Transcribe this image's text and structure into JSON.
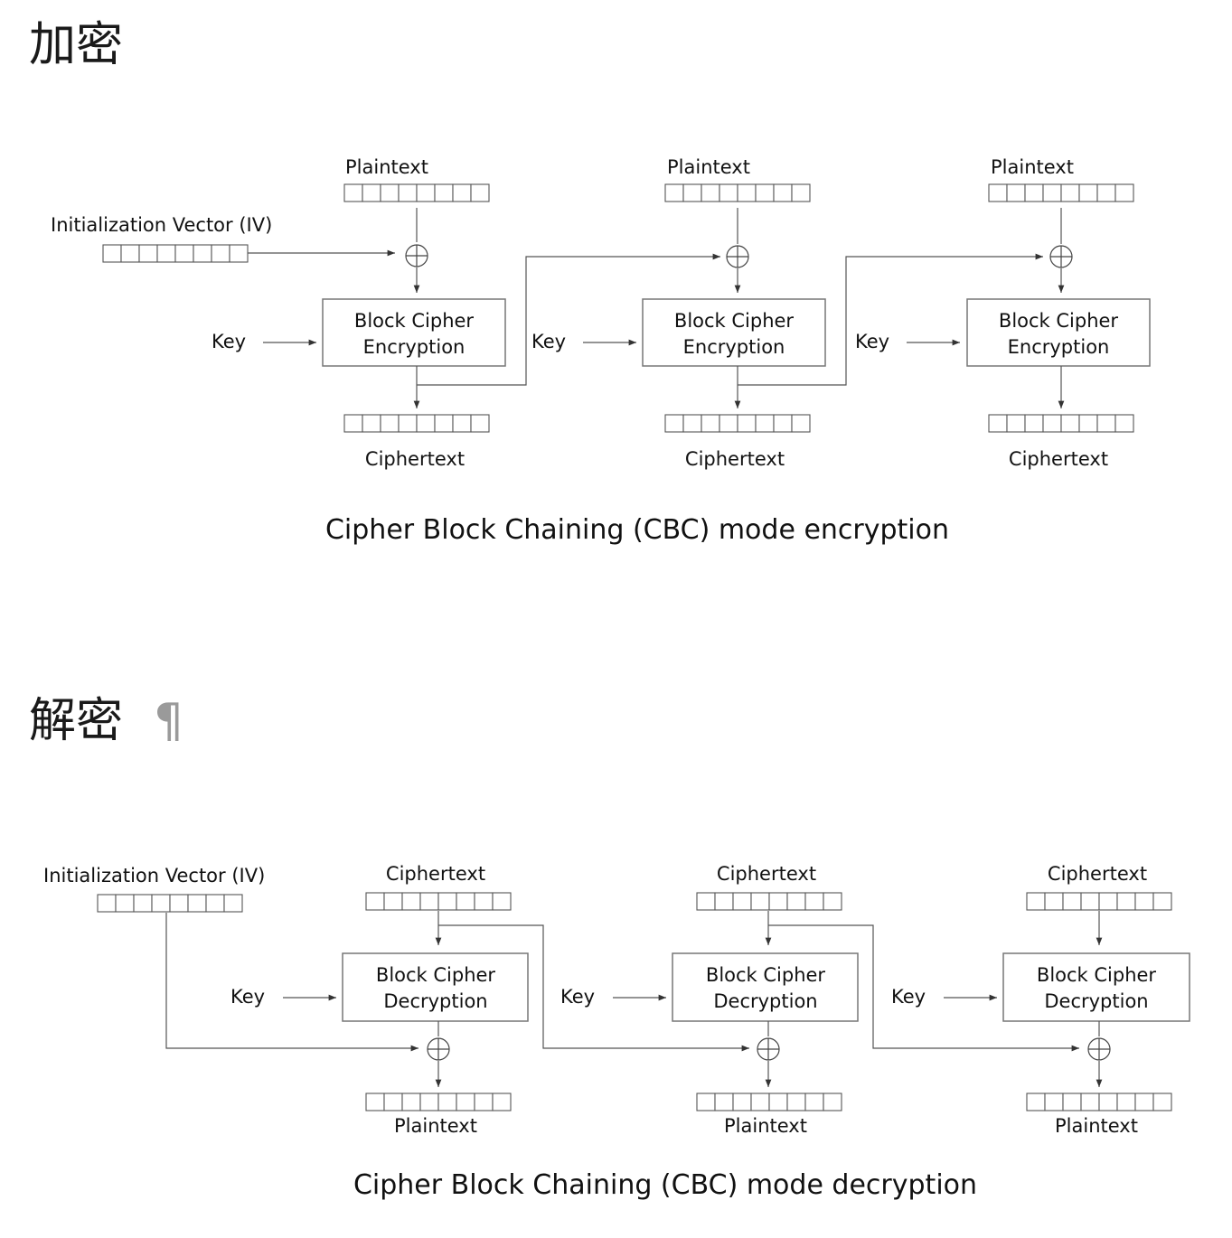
{
  "headings": {
    "encryption": "加密",
    "decryption": "解密",
    "pilcrow": "¶"
  },
  "encryption": {
    "iv_label": "Initialization Vector (IV)",
    "key_label": "Key",
    "block_line1": "Block Cipher",
    "block_line2": "Encryption",
    "input_label": "Plaintext",
    "output_label": "Ciphertext",
    "caption": "Cipher Block Chaining (CBC) mode encryption"
  },
  "decryption": {
    "iv_label": "Initialization Vector (IV)",
    "key_label": "Key",
    "block_line1": "Block Cipher",
    "block_line2": "Decryption",
    "input_label": "Ciphertext",
    "output_label": "Plaintext",
    "caption": "Cipher Block Chaining (CBC) mode decryption"
  },
  "colors": {
    "line": "#555555",
    "box": "#777777"
  }
}
